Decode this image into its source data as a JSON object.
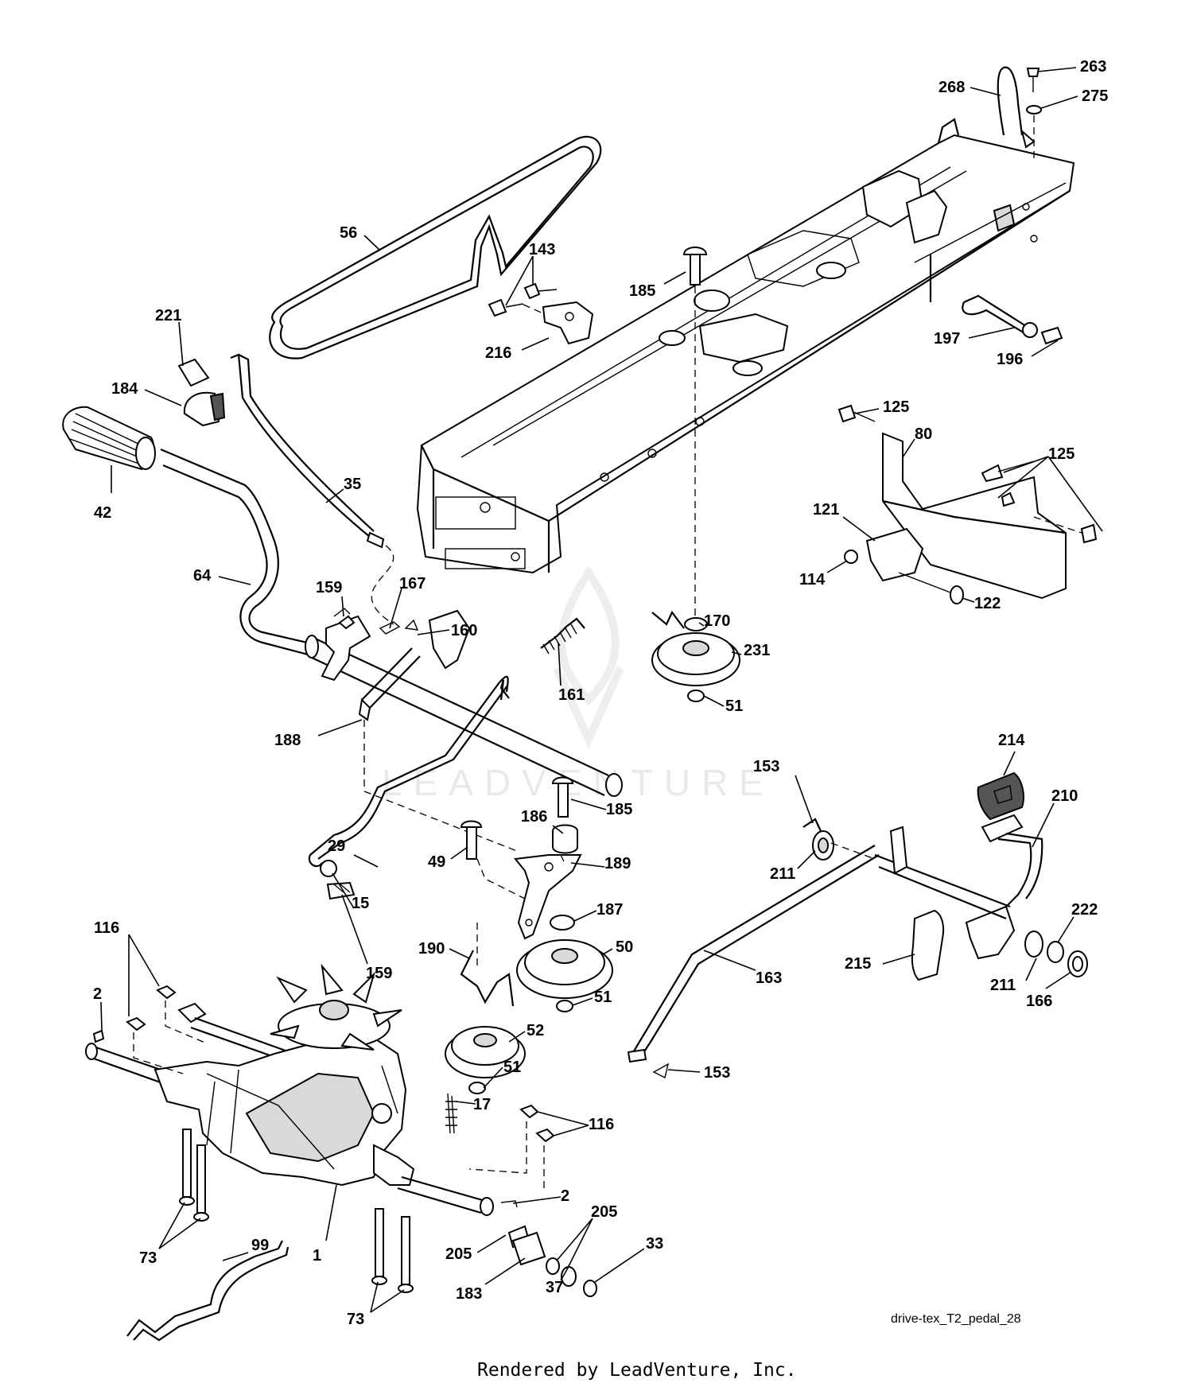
{
  "diagram": {
    "drawing_code": "drive-tex_T2_pedal_28",
    "credit": "Rendered by LeadVenture, Inc.",
    "watermark": "LEADVENTURE",
    "callouts": [
      "263",
      "268",
      "275",
      "56",
      "143",
      "185",
      "221",
      "216",
      "197",
      "196",
      "184",
      "125",
      "80",
      "42",
      "35",
      "125",
      "121",
      "114",
      "122",
      "64",
      "159",
      "167",
      "160",
      "170",
      "231",
      "161",
      "51",
      "188",
      "214",
      "153",
      "210",
      "185",
      "186",
      "29",
      "189",
      "49",
      "211",
      "15",
      "187",
      "116",
      "190",
      "50",
      "159",
      "222",
      "2",
      "51",
      "163",
      "211",
      "215",
      "166",
      "52",
      "51",
      "153",
      "17",
      "116",
      "2",
      "205",
      "73",
      "99",
      "1",
      "205",
      "183",
      "33",
      "37",
      "73"
    ]
  }
}
